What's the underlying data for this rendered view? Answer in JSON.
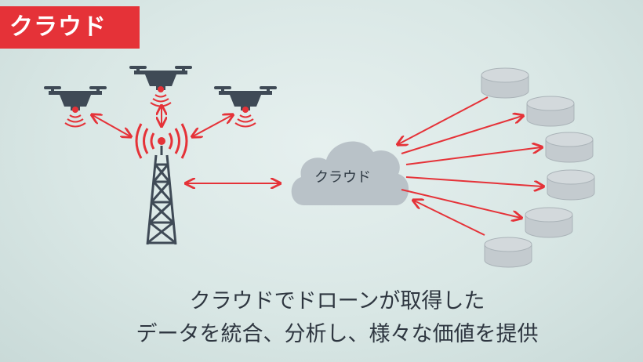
{
  "slide": {
    "title": "クラウド",
    "cloud_label": "クラウド",
    "caption_line1": "クラウドでドローンが取得した",
    "caption_line2": "データを統合、分析し、様々な価値を提供"
  },
  "colors": {
    "accent": "#e53238",
    "icon_dark": "#3f4a56",
    "cloud": "#b9c2c8",
    "database": "#c4cbcf"
  },
  "icons": [
    "drone-icon",
    "signal-icon",
    "tower-icon",
    "cloud-icon",
    "database-icon"
  ]
}
